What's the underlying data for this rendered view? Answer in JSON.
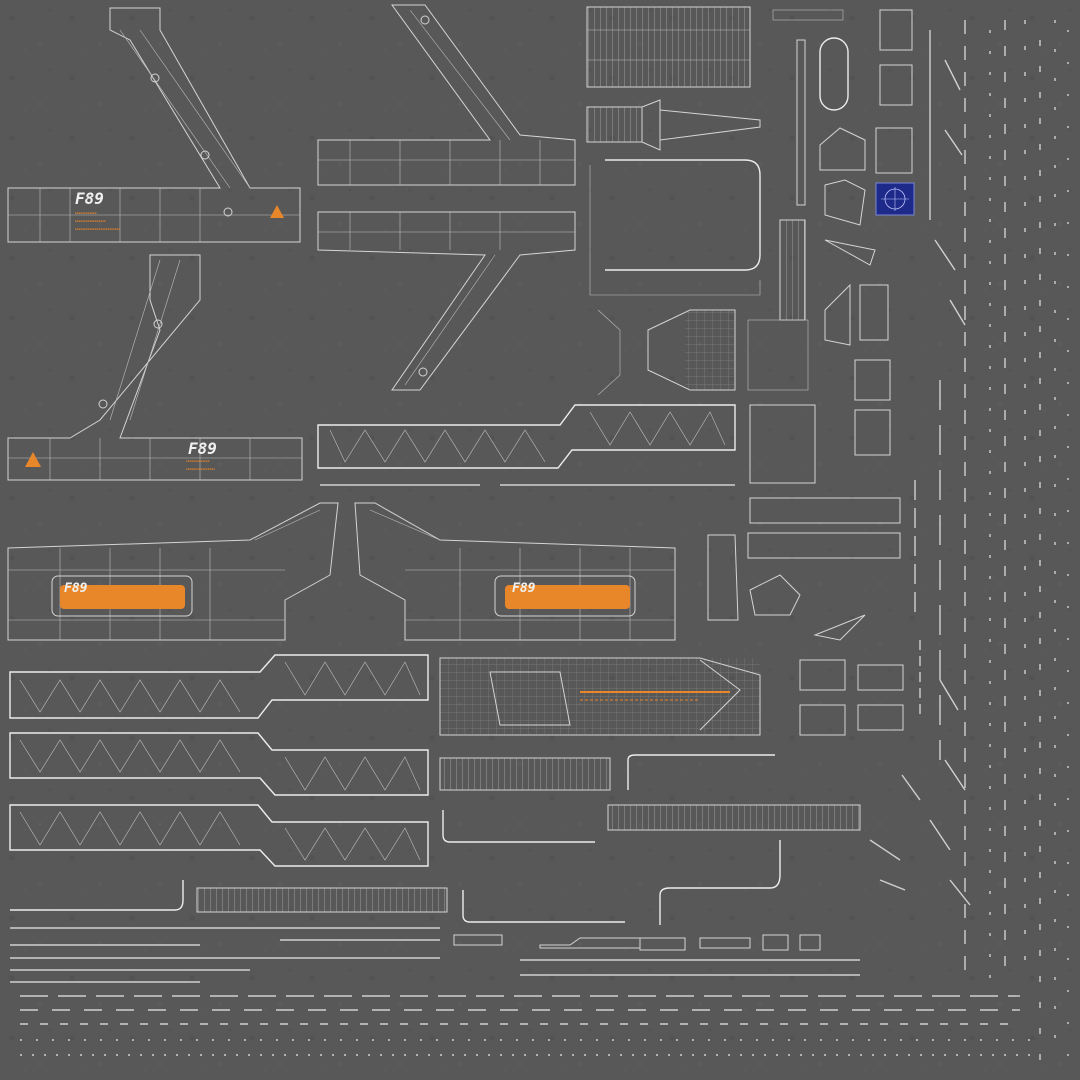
{
  "texture": {
    "kind": "uv-texture-atlas",
    "background_color": "#565656",
    "wireframe_color": "#d4d4d4",
    "accent_color": "#e8862a",
    "hud_panel_color": "#1e2a8a",
    "label_text": "F89",
    "panel_label_text": "F89"
  }
}
